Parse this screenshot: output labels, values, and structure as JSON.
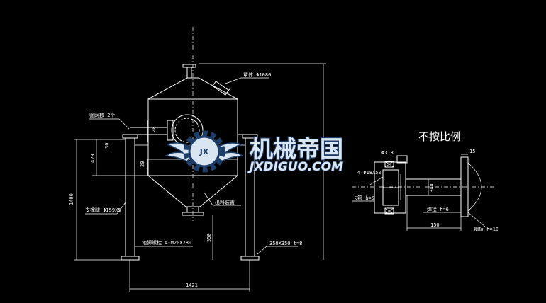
{
  "drawing": {
    "callouts": {
      "hood": "罩体 Φ1080",
      "screen_spring": "筛网数 2个",
      "support_leg": "支撑腿 Φ159X5",
      "discharge": "出料装置",
      "anchor": "地脚螺栓 4-M20X280",
      "base": "350X350 t=8"
    },
    "dims": {
      "d20a": "20",
      "d20b": "20",
      "d30": "30",
      "d420": "420",
      "d1400": "1400",
      "d550": "550",
      "d1421": "1421"
    }
  },
  "detail": {
    "note": "不按比例",
    "labels": {
      "flange": "4-Φ18X50",
      "tube": "Φ318",
      "weld": "焊接 h=6",
      "plate": "钢板 h=10",
      "clamp": "卡箍 h=5"
    },
    "dims": {
      "w15": "15",
      "d340": "340",
      "d150": "150"
    }
  },
  "watermark": {
    "brand_cn": "机械帝国",
    "brand_en": "JXDIGUO.COM",
    "badge": "JX",
    "colors": {
      "primary": "#1e3f6a",
      "light": "#d9e6f2"
    }
  }
}
